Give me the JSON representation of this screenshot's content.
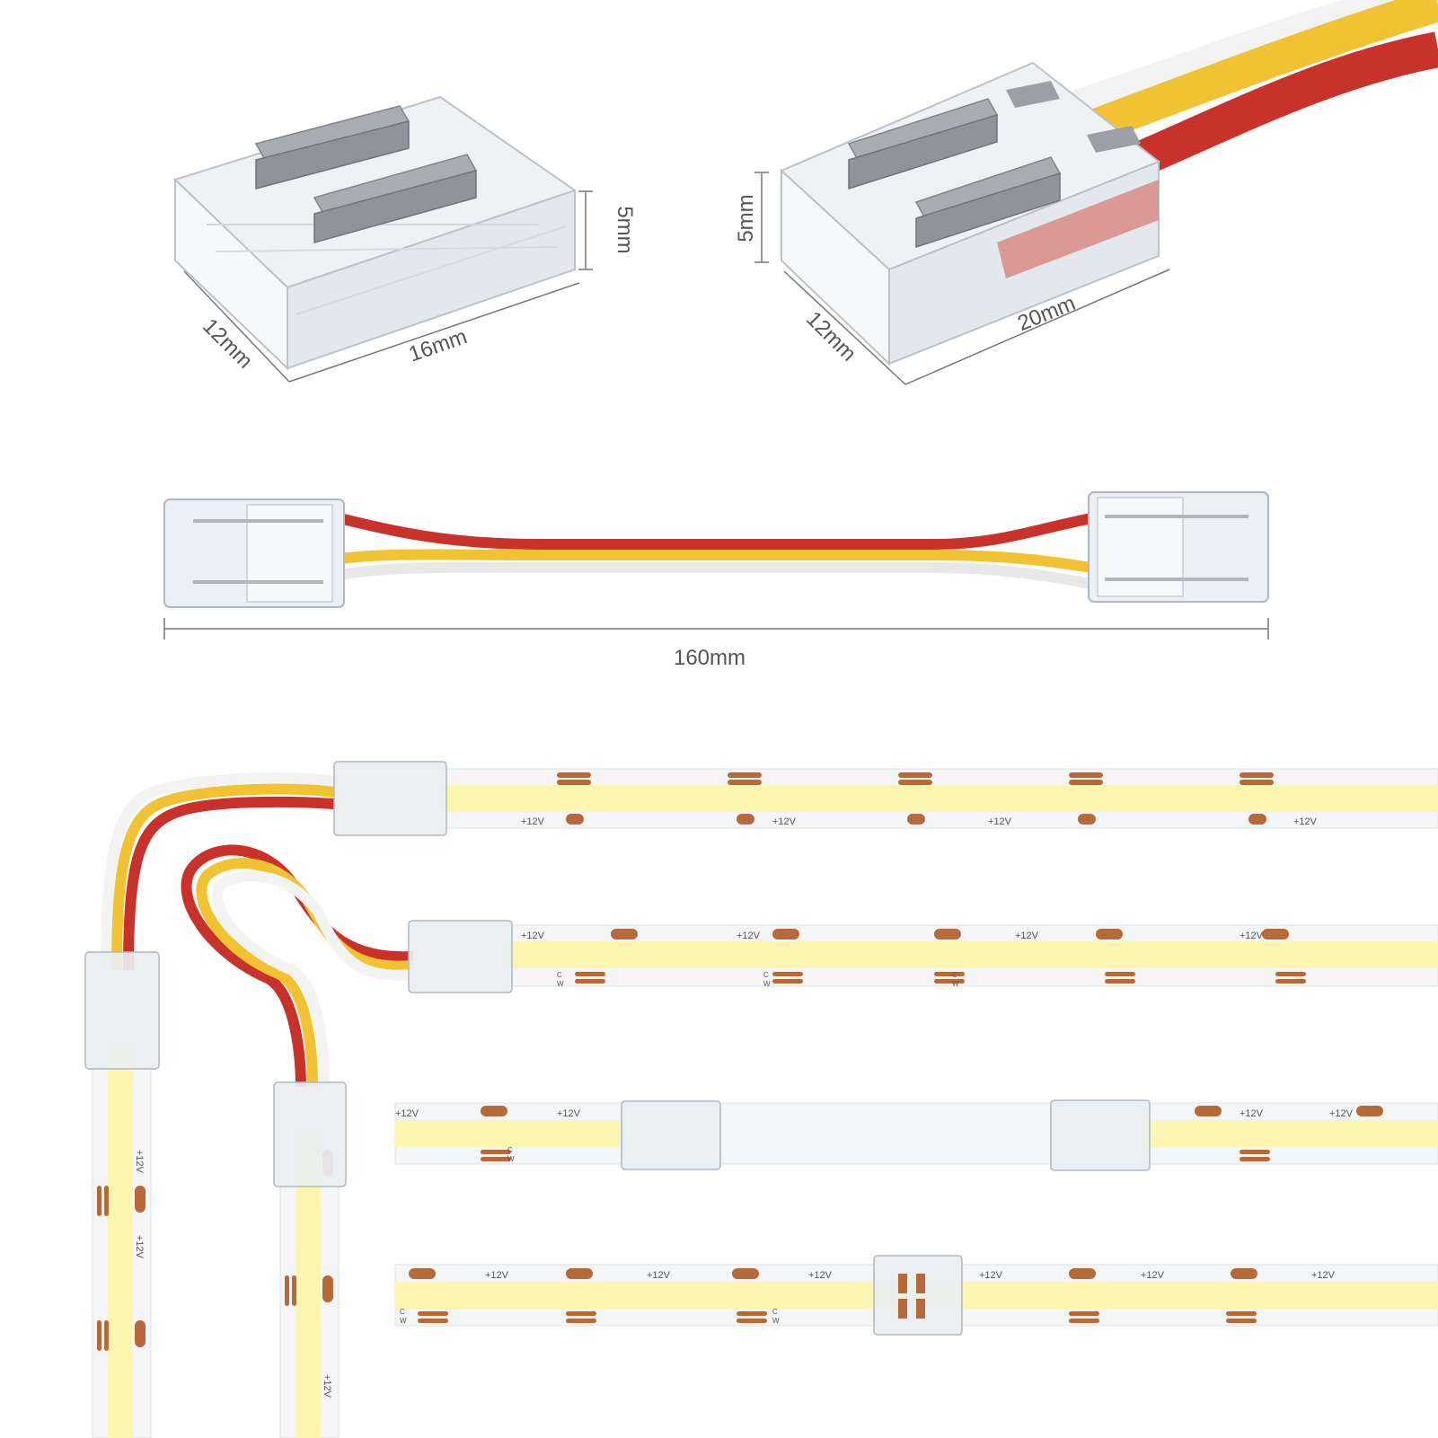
{
  "dimensions": {
    "conn_a_height": "5mm",
    "conn_a_width": "12mm",
    "conn_a_length": "16mm",
    "conn_b_height": "5mm",
    "conn_b_width": "12mm",
    "conn_b_length": "20mm",
    "jumper_length": "160mm"
  },
  "strip_labels": {
    "voltage": "+12V",
    "cold": "C",
    "warm": "W"
  },
  "colors": {
    "wire_red": "#c8322a",
    "wire_yellow": "#f1c232",
    "wire_white": "#f4f4f4",
    "copper_pad": "#b8693a",
    "led_phosphor": "#fdf6b0",
    "strip_body": "#f3f5f6",
    "connector_clear": "#e9eef1",
    "dim_text": "#555555"
  }
}
